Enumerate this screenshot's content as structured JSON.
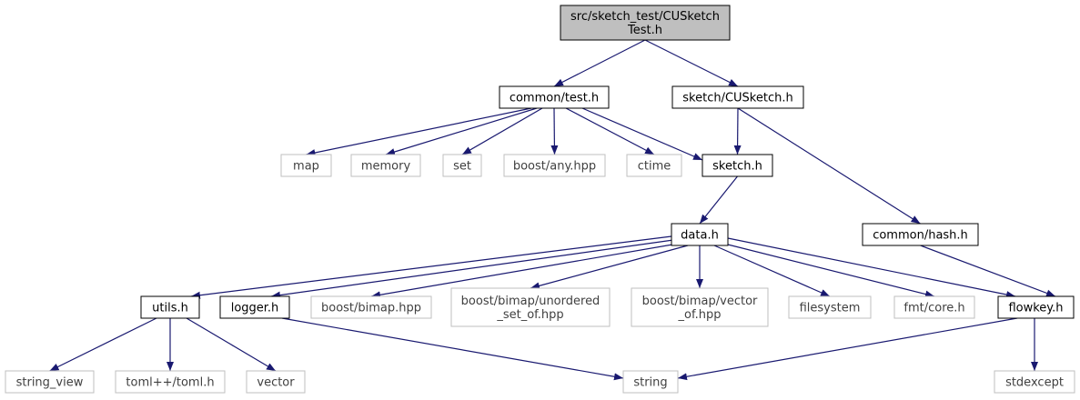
{
  "diagram": {
    "type": "include-dependency-graph",
    "colors": {
      "root_fill": "#bfbfbf",
      "node_border": "#000000",
      "system_border": "#bfbfbf",
      "system_text": "#404040",
      "edge": "#191970"
    },
    "nodes": [
      {
        "id": "root",
        "lines": [
          "src/sketch_test/CUSketch",
          "Test.h"
        ],
        "kind": "root"
      },
      {
        "id": "common_test",
        "lines": [
          "common/test.h"
        ],
        "kind": "local"
      },
      {
        "id": "sketch_cusketch",
        "lines": [
          "sketch/CUSketch.h"
        ],
        "kind": "local"
      },
      {
        "id": "map",
        "lines": [
          "map"
        ],
        "kind": "system"
      },
      {
        "id": "memory",
        "lines": [
          "memory"
        ],
        "kind": "system"
      },
      {
        "id": "set",
        "lines": [
          "set"
        ],
        "kind": "system"
      },
      {
        "id": "boost_any",
        "lines": [
          "boost/any.hpp"
        ],
        "kind": "system"
      },
      {
        "id": "ctime",
        "lines": [
          "ctime"
        ],
        "kind": "system"
      },
      {
        "id": "sketch_h",
        "lines": [
          "sketch.h"
        ],
        "kind": "local"
      },
      {
        "id": "data_h",
        "lines": [
          "data.h"
        ],
        "kind": "local"
      },
      {
        "id": "common_hash",
        "lines": [
          "common/hash.h"
        ],
        "kind": "local"
      },
      {
        "id": "utils_h",
        "lines": [
          "utils.h"
        ],
        "kind": "local"
      },
      {
        "id": "logger_h",
        "lines": [
          "logger.h"
        ],
        "kind": "local"
      },
      {
        "id": "boost_bimap",
        "lines": [
          "boost/bimap.hpp"
        ],
        "kind": "system"
      },
      {
        "id": "boost_bimap_unordered",
        "lines": [
          "boost/bimap/unordered",
          "_set_of.hpp"
        ],
        "kind": "system"
      },
      {
        "id": "boost_bimap_vector",
        "lines": [
          "boost/bimap/vector",
          "_of.hpp"
        ],
        "kind": "system"
      },
      {
        "id": "filesystem",
        "lines": [
          "filesystem"
        ],
        "kind": "system"
      },
      {
        "id": "fmt_core",
        "lines": [
          "fmt/core.h"
        ],
        "kind": "system"
      },
      {
        "id": "flowkey_h",
        "lines": [
          "flowkey.h"
        ],
        "kind": "local"
      },
      {
        "id": "string_view",
        "lines": [
          "string_view"
        ],
        "kind": "system"
      },
      {
        "id": "tomlpp",
        "lines": [
          "toml++/toml.h"
        ],
        "kind": "system"
      },
      {
        "id": "vector",
        "lines": [
          "vector"
        ],
        "kind": "system"
      },
      {
        "id": "string",
        "lines": [
          "string"
        ],
        "kind": "system"
      },
      {
        "id": "stdexcept",
        "lines": [
          "stdexcept"
        ],
        "kind": "system"
      }
    ],
    "edges": [
      {
        "from": "root",
        "to": "common_test"
      },
      {
        "from": "root",
        "to": "sketch_cusketch"
      },
      {
        "from": "common_test",
        "to": "map"
      },
      {
        "from": "common_test",
        "to": "memory"
      },
      {
        "from": "common_test",
        "to": "set"
      },
      {
        "from": "common_test",
        "to": "boost_any"
      },
      {
        "from": "common_test",
        "to": "ctime"
      },
      {
        "from": "common_test",
        "to": "sketch_h"
      },
      {
        "from": "sketch_cusketch",
        "to": "sketch_h"
      },
      {
        "from": "sketch_cusketch",
        "to": "common_hash"
      },
      {
        "from": "sketch_h",
        "to": "data_h"
      },
      {
        "from": "data_h",
        "to": "utils_h"
      },
      {
        "from": "data_h",
        "to": "logger_h"
      },
      {
        "from": "data_h",
        "to": "boost_bimap"
      },
      {
        "from": "data_h",
        "to": "boost_bimap_unordered"
      },
      {
        "from": "data_h",
        "to": "boost_bimap_vector"
      },
      {
        "from": "data_h",
        "to": "filesystem"
      },
      {
        "from": "data_h",
        "to": "fmt_core"
      },
      {
        "from": "data_h",
        "to": "flowkey_h"
      },
      {
        "from": "common_hash",
        "to": "flowkey_h"
      },
      {
        "from": "utils_h",
        "to": "string_view"
      },
      {
        "from": "utils_h",
        "to": "tomlpp"
      },
      {
        "from": "utils_h",
        "to": "vector"
      },
      {
        "from": "logger_h",
        "to": "string"
      },
      {
        "from": "flowkey_h",
        "to": "string"
      },
      {
        "from": "flowkey_h",
        "to": "stdexcept"
      }
    ]
  }
}
